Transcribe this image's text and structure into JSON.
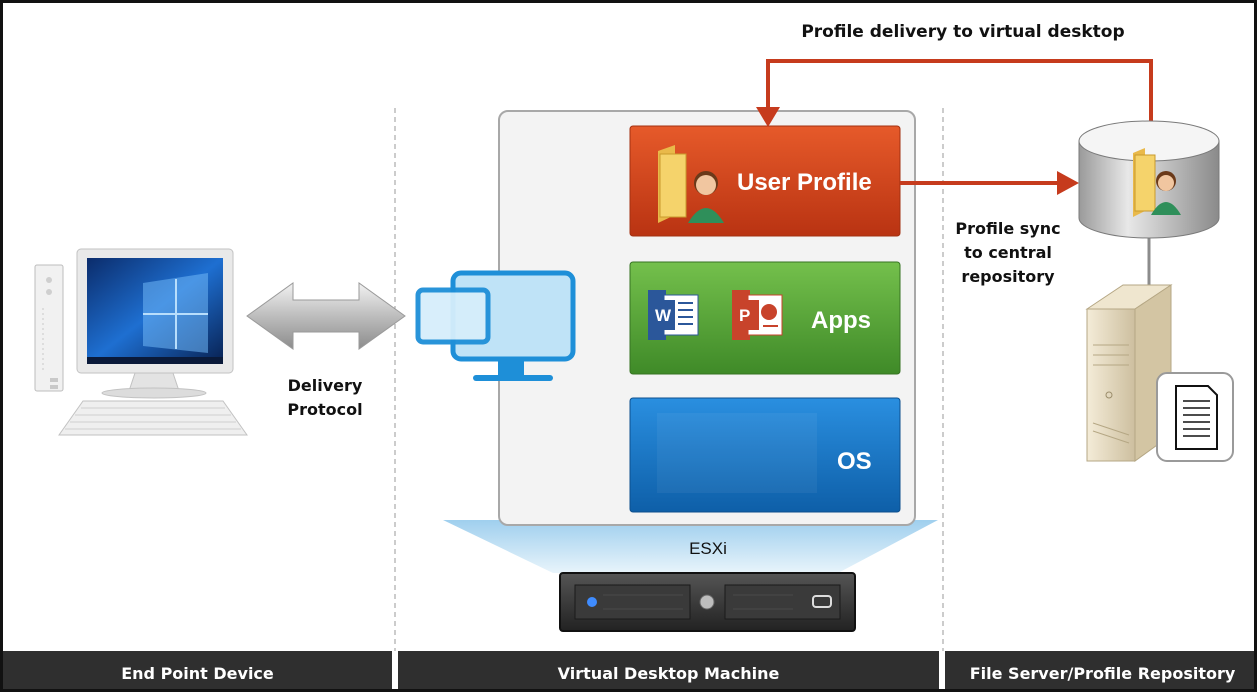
{
  "top_label": "Profile delivery to virtual desktop",
  "sync_label": [
    "Profile sync",
    "to central",
    "repository"
  ],
  "delivery_label": [
    "Delivery",
    "Protocol"
  ],
  "layers": {
    "profile": "User Profile",
    "apps": "Apps",
    "os": "OS"
  },
  "app_icons": {
    "word": "W",
    "powerpoint": "P"
  },
  "host_label": "ESXi",
  "footers": [
    "End Point Device",
    "Virtual Desktop Machine",
    "File Server/Profile Repository"
  ],
  "colors": {
    "accent_arrow": "#c63b1d",
    "profile": "#d2431b",
    "apps": "#58a83a",
    "os": "#1677c9",
    "footer": "#2f2f2f"
  }
}
